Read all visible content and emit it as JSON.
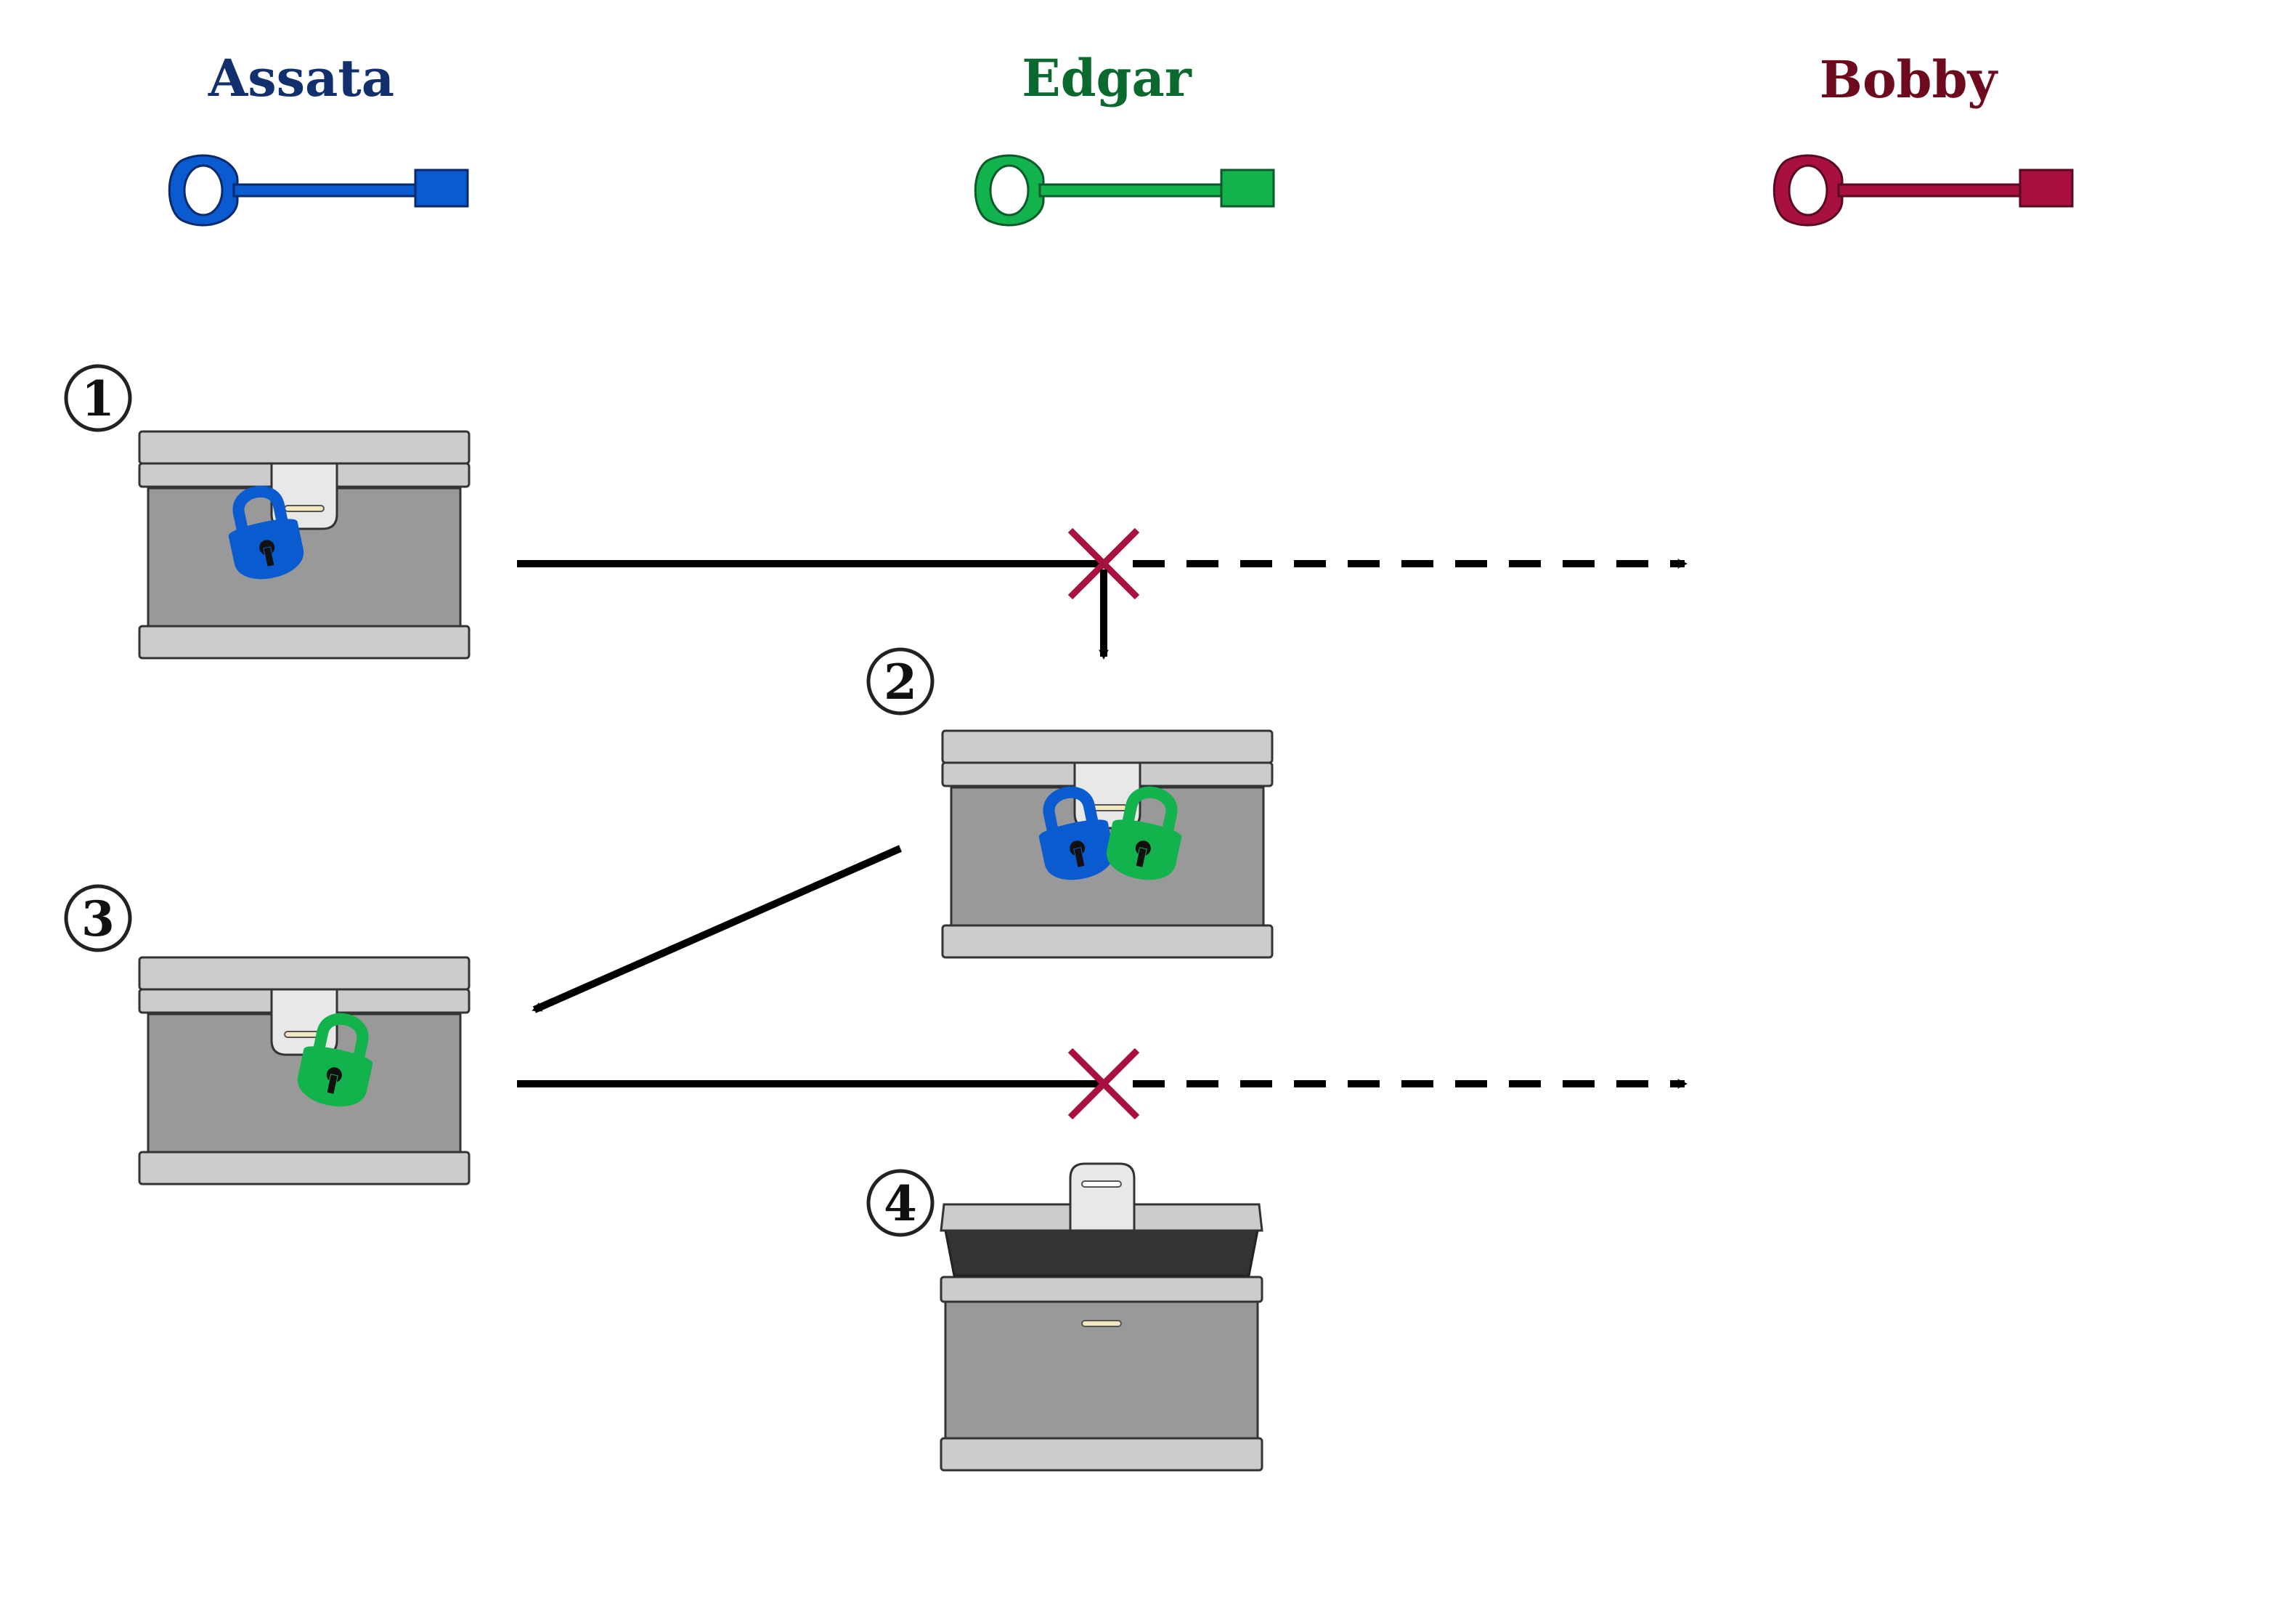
{
  "people": [
    {
      "name": "Assata",
      "color": "#12306e",
      "key_color": "#0a5bd0"
    },
    {
      "name": "Edgar",
      "color": "#0a6a2e",
      "key_color": "#12b24c"
    },
    {
      "name": "Bobby",
      "color": "#6e0a1e",
      "key_color": "#a8103f"
    }
  ],
  "steps": [
    {
      "number": "1"
    },
    {
      "number": "2"
    },
    {
      "number": "3"
    },
    {
      "number": "4"
    }
  ],
  "colors": {
    "box_body": "#999999",
    "box_trim": "#cccccc",
    "hasp": "#e8e8e8",
    "cross": "#a8103f",
    "arrow": "#000000",
    "lid_inside": "#333333"
  },
  "icons": [
    "key-icon",
    "padlock-icon",
    "chest-icon",
    "cross-icon",
    "arrow-icon"
  ]
}
